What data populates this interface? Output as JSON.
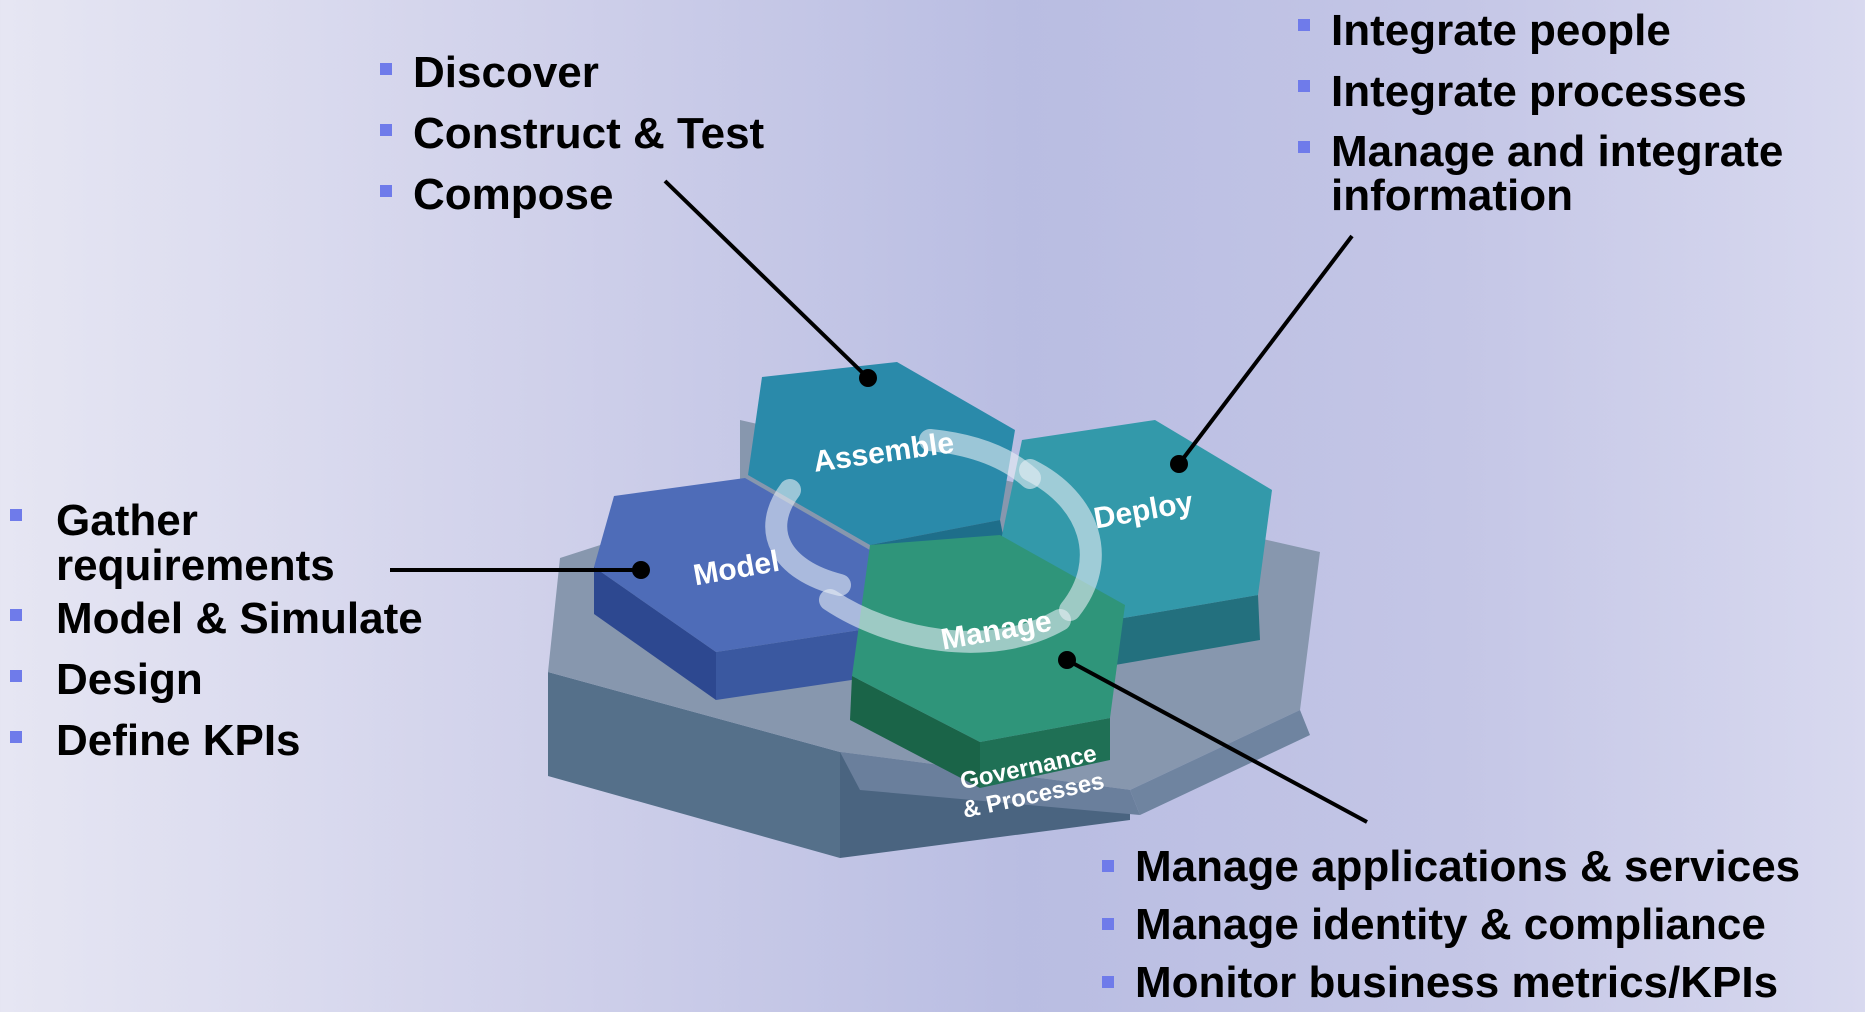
{
  "assemble_list": {
    "items": [
      "Discover",
      "Construct & Test",
      "Compose"
    ]
  },
  "deploy_list": {
    "items": [
      "Integrate people",
      "Integrate processes",
      "Manage and integrate information"
    ]
  },
  "model_list": {
    "items": [
      "Gather requirements",
      "Model & Simulate",
      "Design",
      "Define KPIs"
    ]
  },
  "manage_list": {
    "items": [
      "Manage applications & services",
      "Manage identity & compliance",
      "Monitor business metrics/KPIs"
    ]
  },
  "hexagons": {
    "assemble": "Assemble",
    "deploy": "Deploy",
    "model": "Model",
    "manage": "Manage",
    "governance_line1": "Governance",
    "governance_line2": "& Processes"
  },
  "colors": {
    "bullet": "#6f7bea",
    "assemble": "#2a8aaa",
    "deploy": "#3399aa",
    "model": "#4e6cb8",
    "manage": "#2f957a",
    "platform": "#8797ae"
  }
}
